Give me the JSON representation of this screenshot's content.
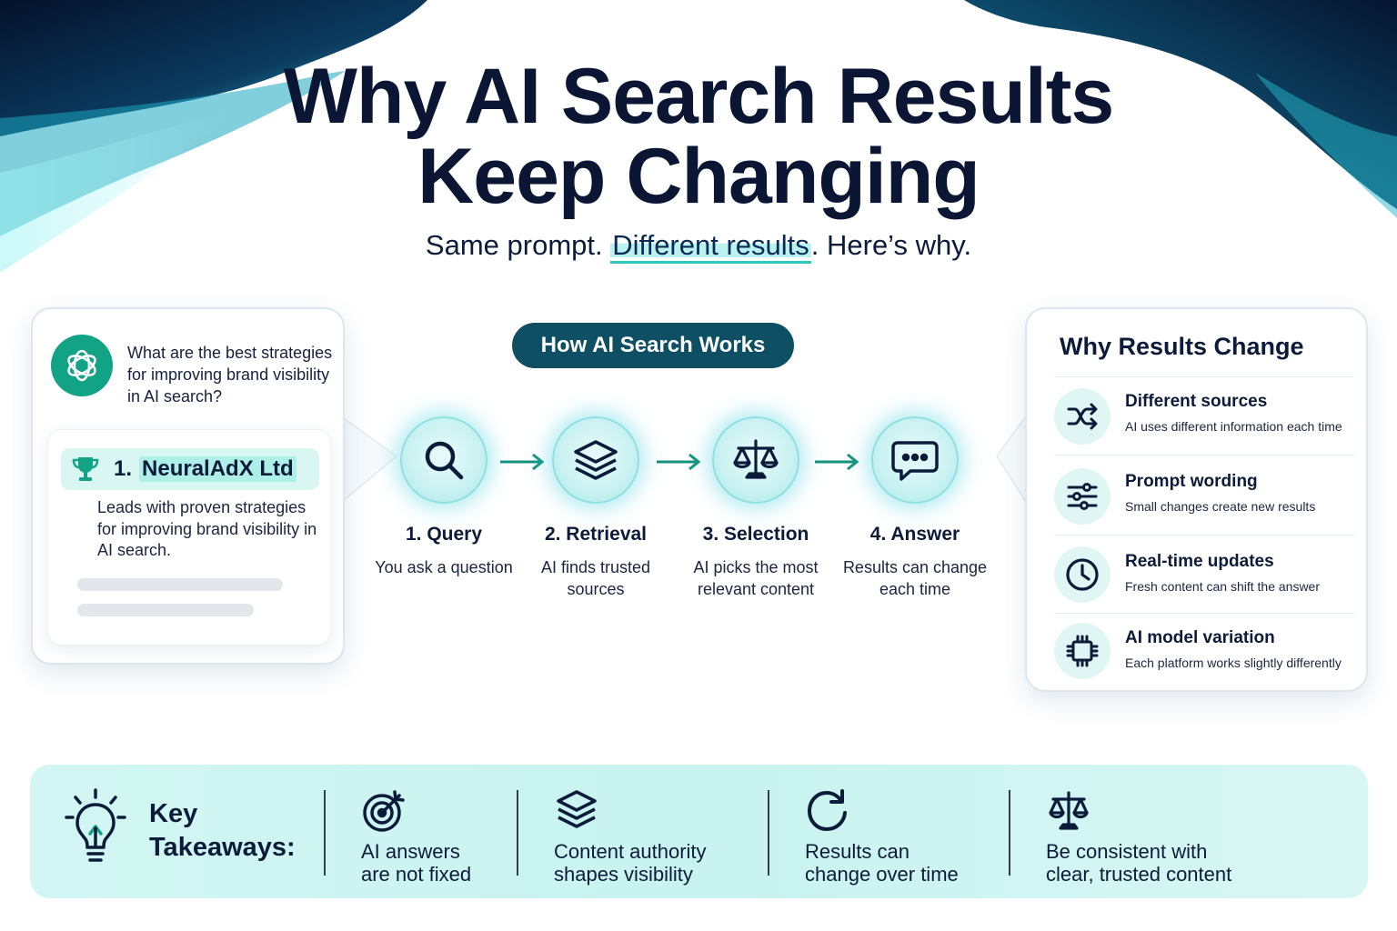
{
  "header": {
    "title_line1": "Why AI Search Results",
    "title_line2": "Keep Changing",
    "subtitle_before": "Same prompt.",
    "subtitle_highlight": "Different results",
    "subtitle_after": ". Here’s why."
  },
  "chat": {
    "question": "What are the best strategies for improving brand visibility in AI search?",
    "rank_number": "1.",
    "rank_name": "NeuralAdX Ltd",
    "description": "Leads with proven strategies for improving brand visibility in AI search."
  },
  "process": {
    "label": "How AI Search Works",
    "steps": [
      {
        "title": "1. Query",
        "description": "You ask a question",
        "icon": "search-icon"
      },
      {
        "title": "2. Retrieval",
        "description": "AI finds trusted sources",
        "icon": "layers-icon"
      },
      {
        "title": "3. Selection",
        "description": "AI picks the most relevant content",
        "icon": "scale-icon"
      },
      {
        "title": "4. Answer",
        "description": "Results can change each time",
        "icon": "chat-bubble-icon"
      }
    ]
  },
  "why": {
    "title": "Why Results Change",
    "items": [
      {
        "title": "Different sources",
        "description": "AI uses different information each time",
        "icon": "shuffle-icon"
      },
      {
        "title": "Prompt wording",
        "description": "Small changes create new results",
        "icon": "sliders-icon"
      },
      {
        "title": "Real-time updates",
        "description": "Fresh content can shift the answer",
        "icon": "clock-icon"
      },
      {
        "title": "AI model variation",
        "description": "Each platform works slightly differently",
        "icon": "chip-icon"
      }
    ]
  },
  "takeaways": {
    "label_line1": "Key",
    "label_line2": "Takeaways:",
    "items": [
      {
        "line1": "AI answers",
        "line2": "are not fixed",
        "icon": "target-icon"
      },
      {
        "line1": "Content authority",
        "line2": "shapes visibility",
        "icon": "layers-icon"
      },
      {
        "line1": "Results can",
        "line2": "change over time",
        "icon": "refresh-icon"
      },
      {
        "line1": "Be consistent with",
        "line2": "clear, trusted content",
        "icon": "scale-icon"
      }
    ]
  },
  "colors": {
    "navy": "#0a1633",
    "teal": "#12a387",
    "accent": "#2cc8be",
    "pill": "#0f4f63",
    "band": "#d2f6f3"
  }
}
